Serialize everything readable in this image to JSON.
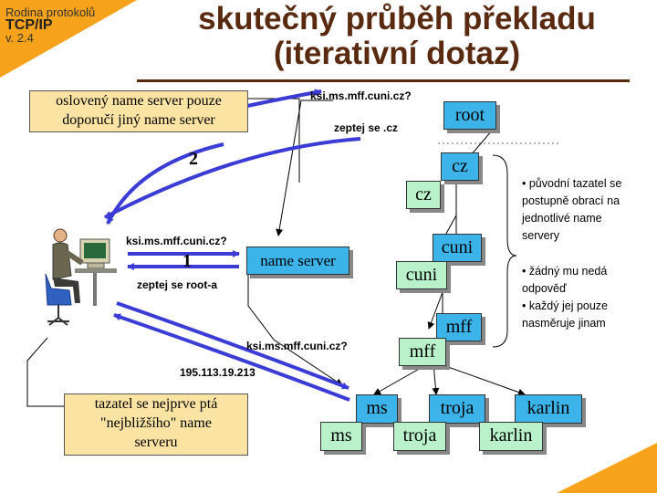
{
  "header": {
    "series_name": "Rodina protokolů",
    "series_abbr": "TCP/IP",
    "version": "v. 2.4",
    "title_line1": "skutečný průběh překladu",
    "title_line2": "(iterativní dotaz)"
  },
  "notes": {
    "top_note": [
      "oslovený name server pouze",
      "doporučí jiný name server"
    ],
    "bottom_note": [
      "tazatel se nejprve ptá",
      "\"nejbližšího\" name",
      "serveru"
    ]
  },
  "exchange": {
    "query_to_root": "ksi.ms.mff.cuni.cz?",
    "reply_from_root": "zeptej se .cz",
    "step_2": "2",
    "query_local": "ksi.ms.mff.cuni.cz?",
    "step_1": "1",
    "reply_local": "zeptej se root-a",
    "query_final": "ksi.ms.mff.cuni.cz?",
    "answer_ip": "195.113.19.213"
  },
  "name_server_label": "name server",
  "tree": {
    "root": "root",
    "cz_server": "cz",
    "cz_domain": "cz",
    "cuni_server": "cuni",
    "cuni_domain": "cuni",
    "mff_server": "mff",
    "mff_domain": "mff",
    "ms_server": "ms",
    "ms_domain": "ms",
    "troja_server": "troja",
    "troja_domain": "troja",
    "karlin_server": "karlin",
    "karlin_domain": "karlin"
  },
  "side_notes": {
    "block1": [
      "• původní tazatel se",
      "postupně obrací na",
      "jednotlivé name",
      "servery"
    ],
    "block2": [
      "• žádný mu nedá",
      "odpověď",
      "• každý jej pouze",
      "nasměruje jinam"
    ]
  },
  "colors": {
    "accent_orange": "#f7a21b",
    "title_brown": "#5a2a10",
    "note_fill": "#fbe3a3",
    "server_blue": "#3cb4e9",
    "domain_green": "#b9f2ca",
    "arrow_blue": "#3b3bd6"
  },
  "icons": [
    "user-at-computer-icon"
  ]
}
